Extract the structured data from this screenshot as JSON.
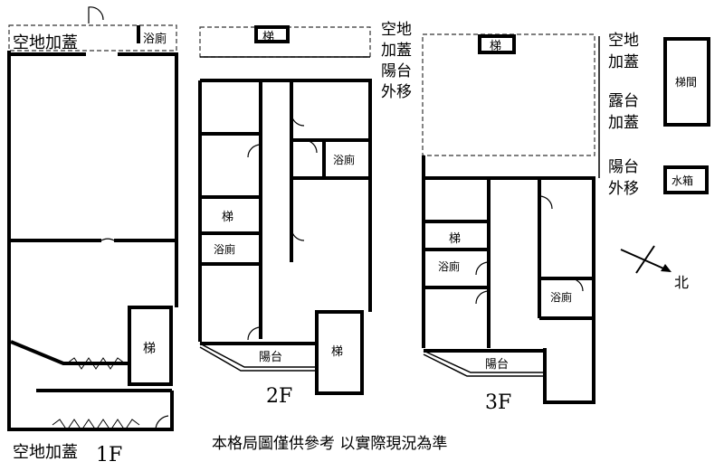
{
  "floorplan": {
    "f1": {
      "label": "1F",
      "top_annex": "空地加蓋",
      "bath": "浴廁",
      "stair": "梯",
      "bottom_annex": "空地加蓋"
    },
    "f2": {
      "label": "2F",
      "top_stair": "梯",
      "annex_a": "空地",
      "annex_b": "加蓋",
      "balcony_a": "陽台",
      "balcony_b": "外移",
      "bath_top": "浴廁",
      "stair_left": "梯",
      "bath_left": "浴廁",
      "balcony": "陽台",
      "stair_bottom": "梯"
    },
    "f3": {
      "label": "3F",
      "top_stair": "梯",
      "annex_a": "空地",
      "annex_b": "加蓋",
      "terrace_a": "露台",
      "terrace_b": "加蓋",
      "balcony_a": "陽台",
      "balcony_b": "外移",
      "stair_left": "梯",
      "bath_left": "浴廁",
      "bath_right": "浴廁",
      "balcony": "陽台"
    },
    "roof": {
      "stair_room": "梯間",
      "water_tank": "水箱"
    },
    "compass": "北",
    "disclaimer": "本格局圖僅供參考 以實際現況為準"
  }
}
